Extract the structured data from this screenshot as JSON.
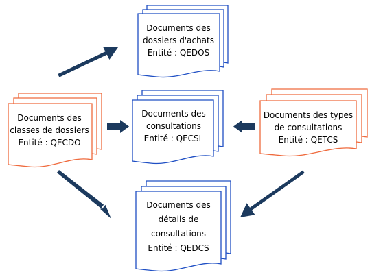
{
  "colors": {
    "blue_stroke": "#1f4fc4",
    "orange_stroke": "#ef6a3d",
    "arrow_fill": "#1c3a5e",
    "text": "#000000",
    "background": "#ffffff"
  },
  "documents": {
    "dossiers_achats": {
      "line1": "Documents des",
      "line2": "dossiers d'achats",
      "line3": "Entité : QEDOS"
    },
    "classes_dossiers": {
      "line1": "Documents des",
      "line2": "classes de dossiers",
      "line3": "Entité : QECDO"
    },
    "consultations": {
      "line1": "Documents des",
      "line2": "consultations",
      "line3": "Entité : QECSL"
    },
    "types_consultations": {
      "line1": "Documents des types",
      "line2": "de consultations",
      "line3": "Entité : QETCS"
    },
    "details_consultations": {
      "line1": "Documents des",
      "line2": "détails de",
      "line3": "consultations",
      "line4": "Entité : QEDCS"
    }
  }
}
